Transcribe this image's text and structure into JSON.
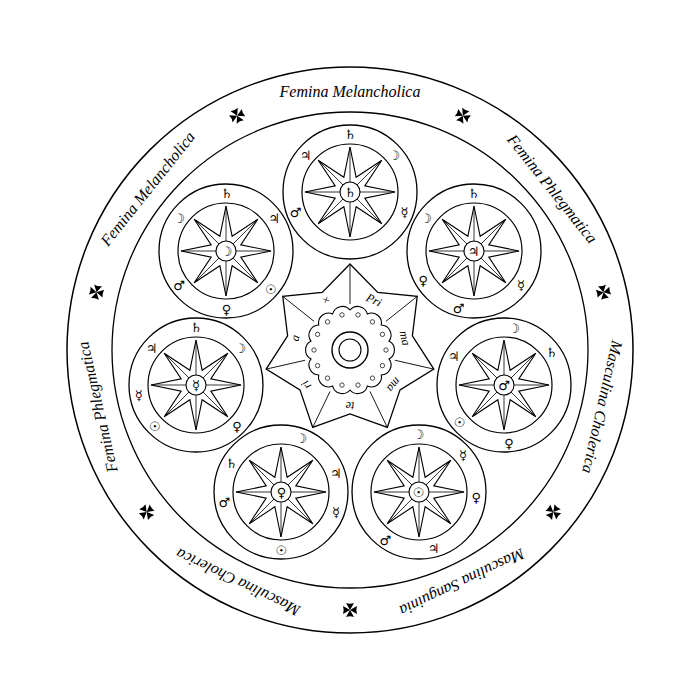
{
  "diagram": {
    "nodes": [
      {
        "text": [
          "Femina Melancholica",
          "Femina Phlegmatica",
          "Masculina Cholerica",
          "Masculina Sanguinia",
          "Masculina Cholerica",
          "Femina Phlegmatica",
          "Femina Melancholica"
        ]
      },
      {
        "text": [
          "♄",
          "☽",
          "☿",
          "♂",
          "♃",
          "♄"
        ],
        "in": 0
      },
      {
        "text": [
          "♄",
          "☿",
          "♂",
          "♀",
          "☽",
          "♃"
        ],
        "in": 0
      },
      {
        "text": [
          "☽",
          "♄",
          "♀",
          "☉",
          "♃",
          "♂"
        ],
        "in": 0
      },
      {
        "text": [
          "☽",
          "☿",
          "♀",
          "♃",
          "♂",
          "☉"
        ],
        "in": 0
      },
      {
        "text": [
          "☽",
          "♃",
          "☿",
          "☉",
          "♂",
          "♄",
          "♀"
        ],
        "in": 0
      },
      {
        "text": [
          "♄",
          "☽",
          "♀",
          "☉",
          "☿",
          "♃",
          "☿"
        ],
        "in": 0
      },
      {
        "text": [
          "♄",
          "♃",
          "☉",
          "♀",
          "♂",
          "☽",
          "☽"
        ],
        "in": 0
      },
      {
        "text": [
          "×",
          "Pri",
          "ma",
          "ma",
          "te",
          "ri",
          "a"
        ],
        "in": 0
      }
    ]
  }
}
